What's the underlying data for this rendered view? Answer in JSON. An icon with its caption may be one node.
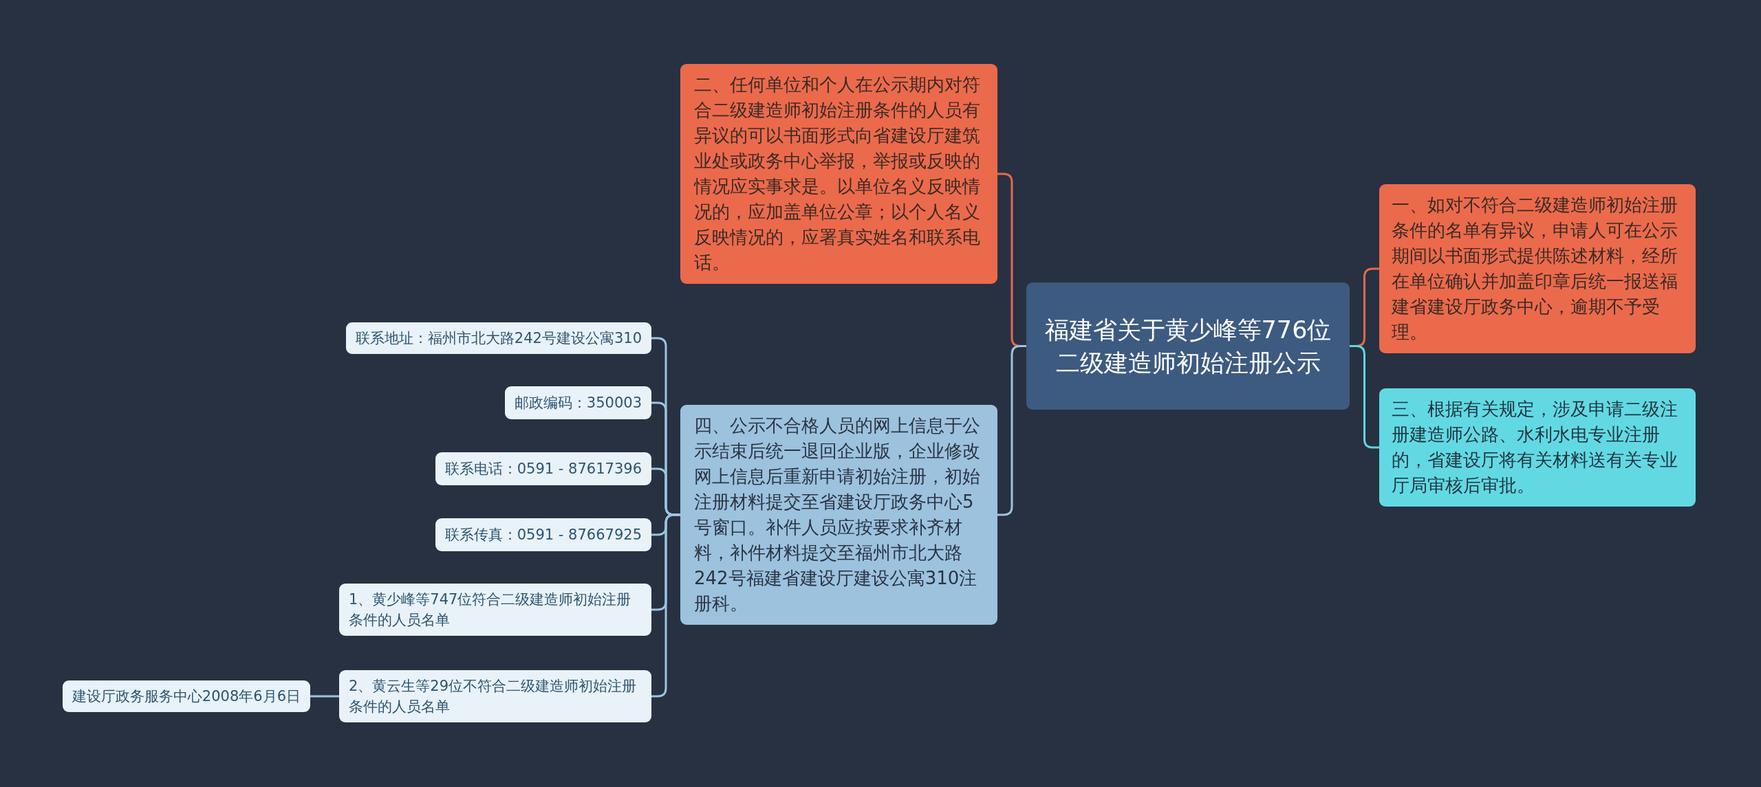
{
  "diagram": {
    "nodes": [
      {
        "text": [
          "福建省关于黄少峰等776位二级建造师初始注册公示"
        ]
      },
      {
        "text": [
          "二、任何单位和个人在公示期内对符合二级建造师初始注册条件的人员有异议的可以书面形式向省建设厅建筑业处或政务中心举报，举报或反映的情况应实事求是。以单位名义反映情况的，应加盖单位公章；以个人名义反映情况的，应署真实姓名和联系电话。"
        ]
      },
      {
        "text": [
          "四、公示不合格人员的网上信息于公示结束后统一退回企业版，企业修改网上信息后重新申请初始注册，初始注册材料提交至省建设厅政务中心5号窗口。补件人员应按要求补齐材料，补件材料提交至福州市北大路242号福建省建设厅建设公寓310注册科。"
        ]
      },
      {
        "text": [
          "一、如对不符合二级建造师初始注册条件的名单有异议，申请人可在公示期间以书面形式提供陈述材料，经所在单位确认并加盖印章后统一报送福建省建设厅政务中心，逾期不予受理。"
        ]
      },
      {
        "text": [
          "三、根据有关规定，涉及申请二级注册建造师公路、水利水电专业注册的，省建设厅将有关材料送有关专业厅局审核后审批。"
        ]
      },
      {
        "text": [
          "联系地址：福州市北大路242号建设公寓310"
        ]
      },
      {
        "text": [
          "邮政编码：350003"
        ]
      },
      {
        "text": [
          "联系电话：0591 - 87617396"
        ]
      },
      {
        "text": [
          "联系传真：0591 - 87667925"
        ]
      },
      {
        "text": [
          "1、黄少峰等747位符合二级建造师初始注册条件的人员名单"
        ]
      },
      {
        "text": [
          "2、黄云生等29位不符合二级建造师初始注册条件的人员名单"
        ]
      },
      {
        "text": [
          "建设厅政务服务中心2008年6月6日"
        ]
      }
    ],
    "edges": [
      {
        "from": 0,
        "to": 1,
        "arrow": "none",
        "color": "#e8694a"
      },
      {
        "from": 0,
        "to": 2,
        "arrow": "none"
      },
      {
        "from": 0,
        "to": 3,
        "arrow": "none",
        "color": "#e8694a"
      },
      {
        "from": 0,
        "to": 4,
        "arrow": "none",
        "color": "#5fd6df"
      },
      {
        "from": 2,
        "to": 5,
        "arrow": "none"
      },
      {
        "from": 2,
        "to": 6,
        "arrow": "none"
      },
      {
        "from": 2,
        "to": 7,
        "arrow": "none"
      },
      {
        "from": 2,
        "to": 8,
        "arrow": "none"
      },
      {
        "from": 2,
        "to": 9,
        "arrow": "none"
      },
      {
        "from": 2,
        "to": 10,
        "arrow": "none"
      },
      {
        "from": 10,
        "to": 11,
        "arrow": "none"
      }
    ]
  }
}
